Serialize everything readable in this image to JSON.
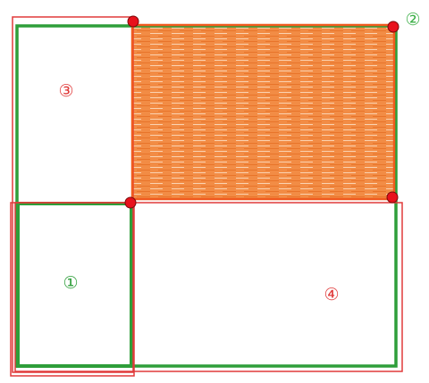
{
  "regions": [
    {
      "id": "1",
      "label": "①",
      "color": "#2e9e3a"
    },
    {
      "id": "2",
      "label": "②",
      "color": "#3fb04a"
    },
    {
      "id": "3",
      "label": "③",
      "color": "#e03a3a"
    },
    {
      "id": "4",
      "label": "④",
      "color": "#e03a3a"
    }
  ],
  "colors": {
    "green": "#2e9e3a",
    "red": "#e03a3a",
    "orange_fill": "#f08a3c",
    "orange_border": "#f05a1e",
    "dot_fill": "#e8121c",
    "dot_stroke": "#7a0a0a"
  }
}
